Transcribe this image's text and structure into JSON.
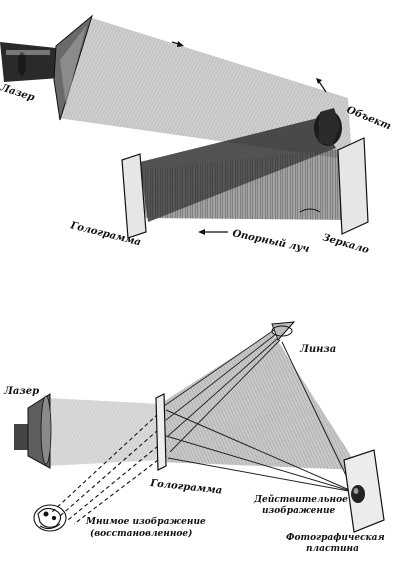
{
  "colors": {
    "ink": "#111111",
    "paper": "#ffffff",
    "beam_dark": "#3a3a3a",
    "beam_mid": "#8a8a8a",
    "beam_light": "#c9c9c9"
  },
  "top_diagram": {
    "labels": {
      "laser": "Лазер",
      "object": "Объект",
      "hologram": "Голограмма",
      "reference_beam": "Опорный луч",
      "mirror": "Зеркало"
    }
  },
  "bottom_diagram": {
    "labels": {
      "laser": "Лазер",
      "lens": "Линза",
      "hologram": "Голограмма",
      "real_image_line1": "Действительное",
      "real_image_line2": "изображение",
      "virtual_image_line1": "Мнимое изображение",
      "virtual_image_line2": "(восстановленное)",
      "photo_plate_line1": "Фотографическая",
      "photo_plate_line2": "пластина"
    }
  }
}
